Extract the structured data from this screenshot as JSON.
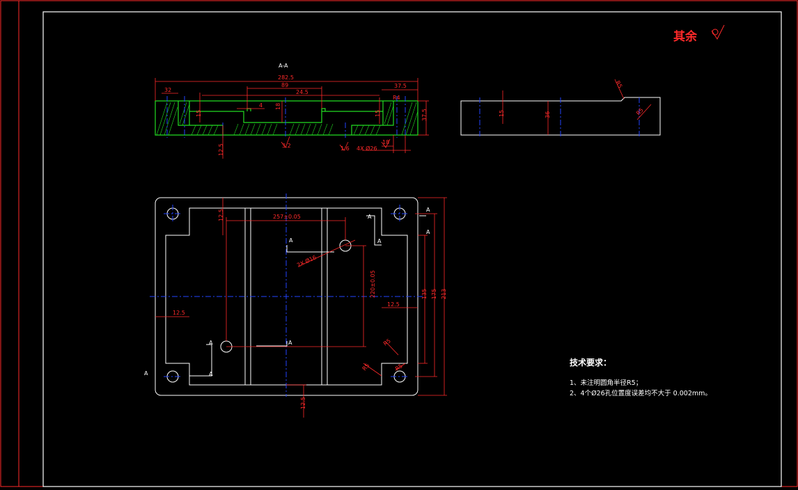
{
  "drawing": {
    "surface_finish_label": "其余",
    "section_title": "A-A",
    "section_dims": {
      "overall_width": "282.5",
      "inner": "89",
      "mid": "24.5",
      "right_end": "37.5",
      "left_small": "32",
      "depth1": "15",
      "step": "4",
      "center": "18",
      "depth2": "15",
      "height": "37.5",
      "bottom": "12.5",
      "roughness_symbol": "3.2",
      "roughness_symbol2": "1.6",
      "hole_note": "4X Ø26",
      "hole_dim": "18",
      "small": "R4"
    },
    "side_dims": {
      "d1": "15",
      "d2": "36",
      "angle": "R5",
      "chamfer": "R5"
    },
    "plan_dims": {
      "top_width": "257±0.05",
      "offset": "12.5",
      "left": "12.5",
      "right": "12.5",
      "bottom": "12.5",
      "v_center": "220±0.05",
      "h1": "135",
      "h2": "175",
      "h3": "213",
      "holes_note": "2X Ø16",
      "r1": "R5",
      "r2": "R5",
      "r3": "R5"
    },
    "section_marks": [
      "A",
      "A",
      "A",
      "A",
      "A",
      "A",
      "A",
      "A",
      "A"
    ],
    "tech_title": "技术要求：",
    "tech_items": [
      "1、未注明圆角半径R5；",
      "2、4个Ø26孔位置度误差均不大于 0.002mm。"
    ]
  },
  "colors": {
    "background": "#000000",
    "border": "#ff2a2a",
    "outline": "#ffffff",
    "section": "#22dd22",
    "dimension": "#ff2a2a",
    "centerline": "#2244ff"
  }
}
